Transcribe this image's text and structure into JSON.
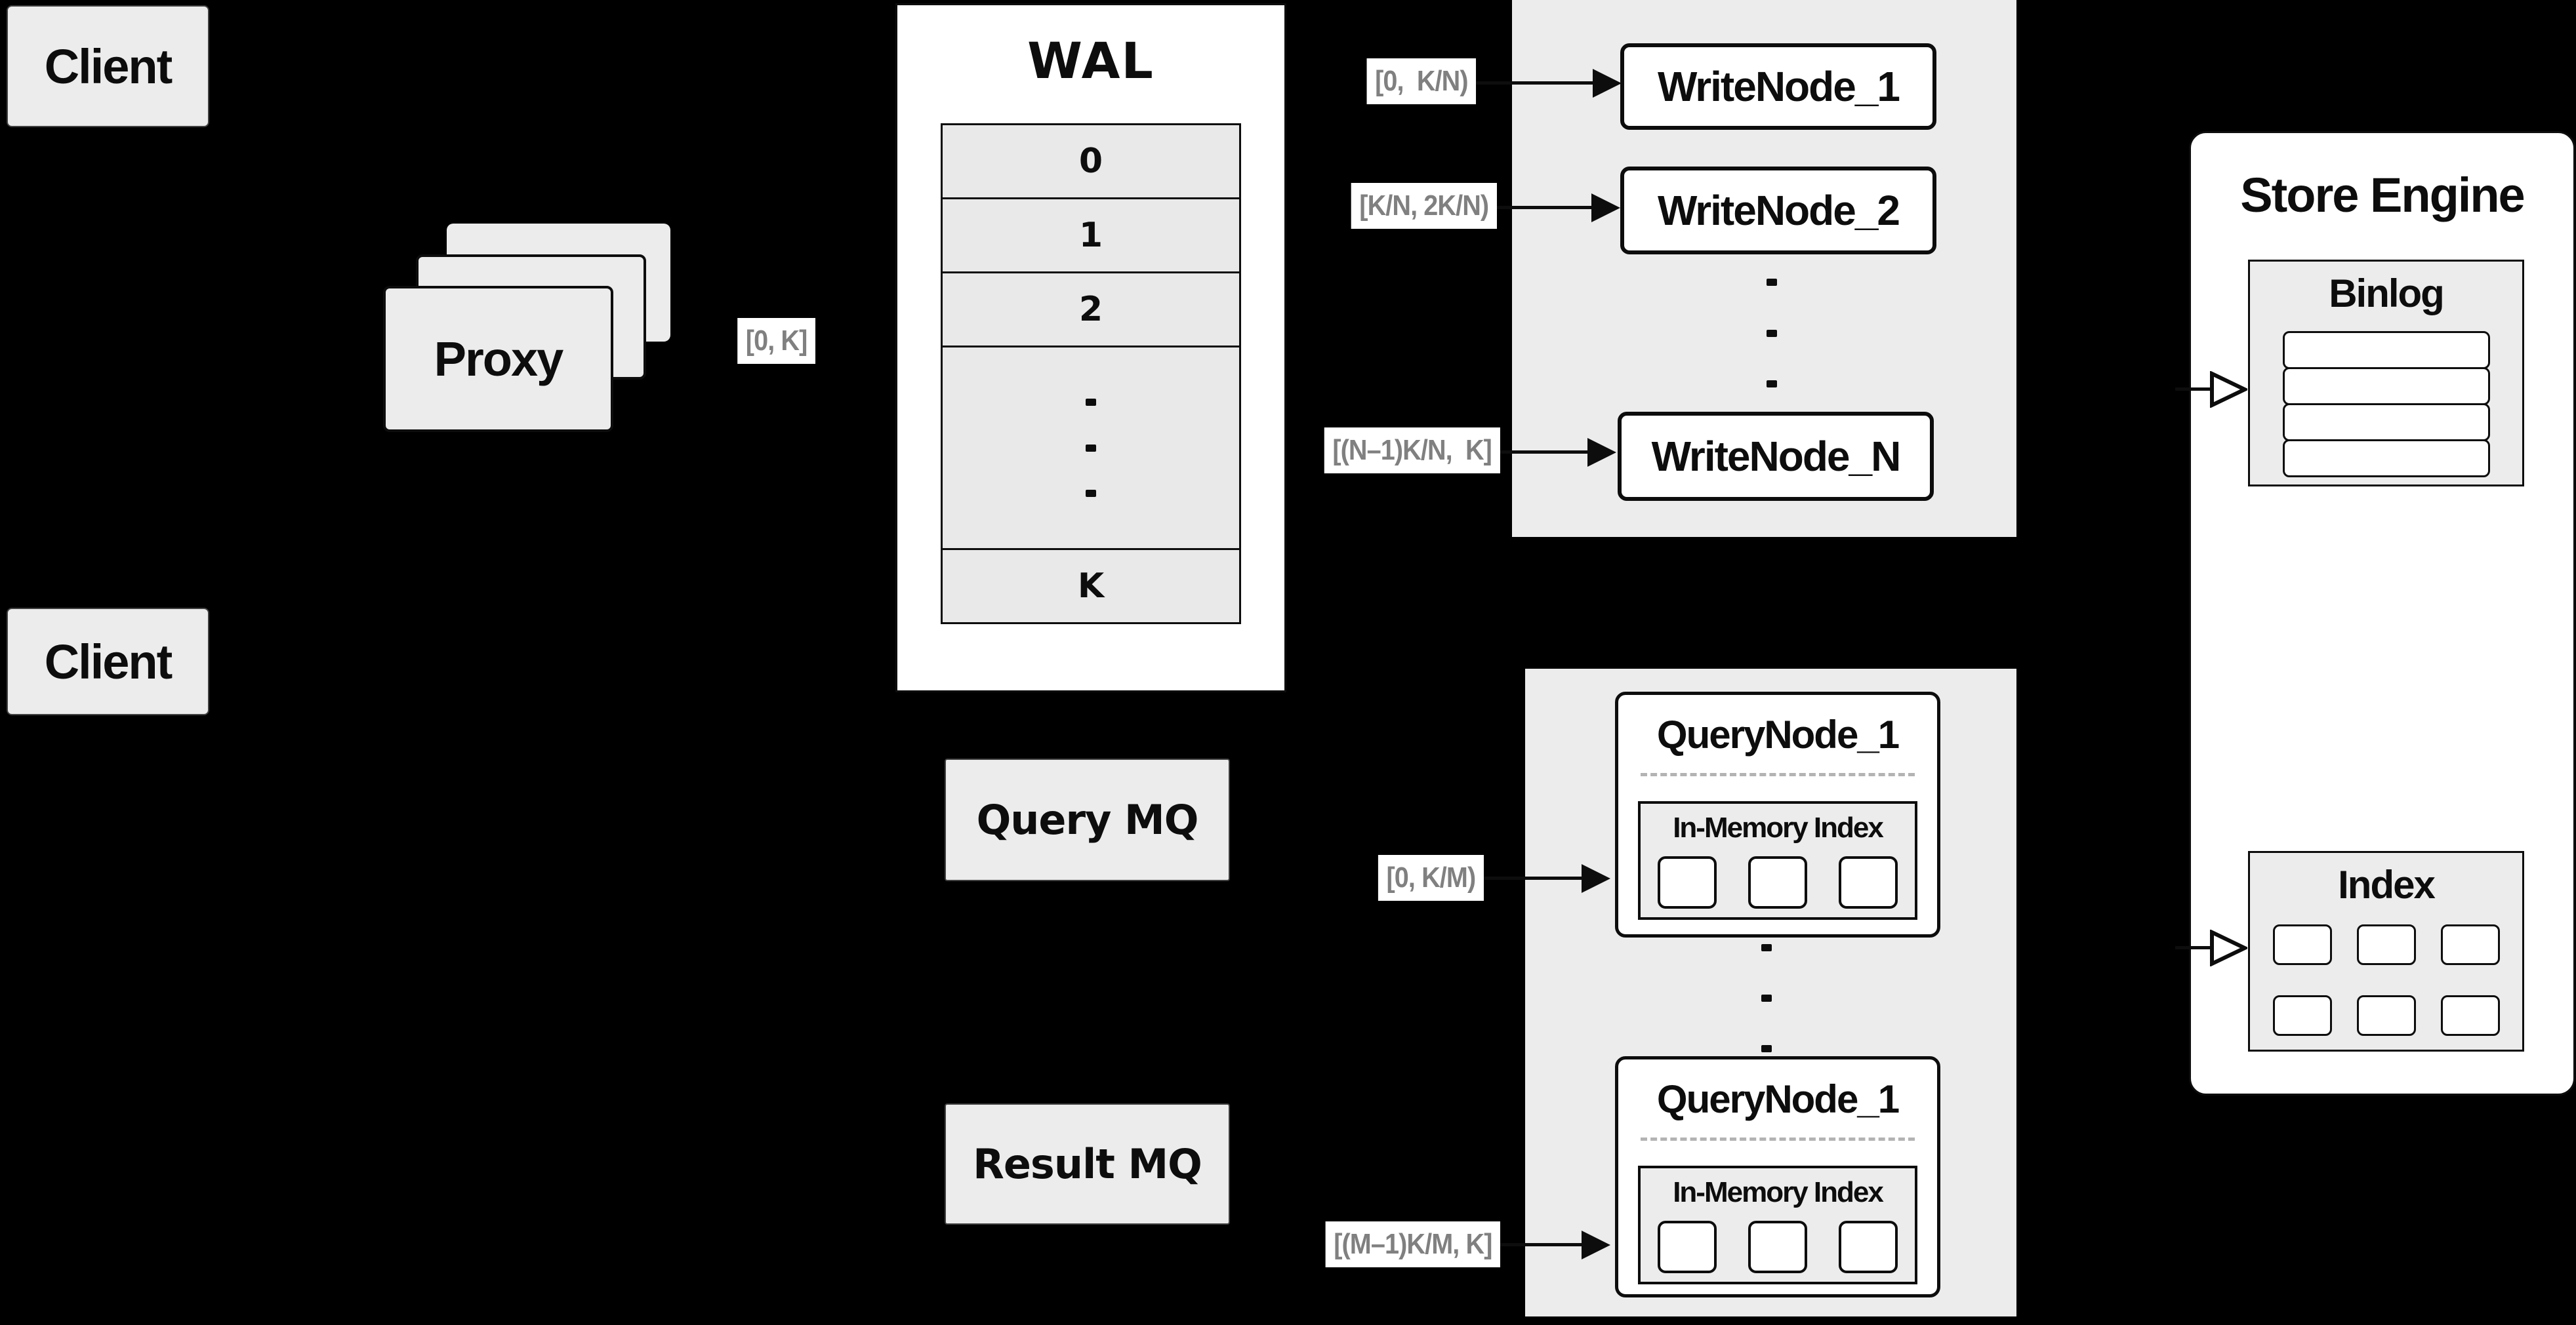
{
  "colors": {
    "background": "#000000",
    "panel_gray": "#ececec",
    "box_white": "#ffffff",
    "line_black": "#0d0d0d",
    "range_label_text": "#808080"
  },
  "clients": {
    "top": "Client",
    "bottom": "Client"
  },
  "proxy": {
    "label": "Proxy",
    "range_label": "[0, K]"
  },
  "wal": {
    "title": "WAL",
    "rows": [
      "0",
      "1",
      "2",
      "K"
    ]
  },
  "write_cluster": {
    "nodes": [
      {
        "range": "[0,  K/N)",
        "label": "WriteNode_1"
      },
      {
        "range": "[K/N, 2K/N)",
        "label": "WriteNode_2"
      },
      {
        "range": "[(N–1)K/N,  K]",
        "label": "WriteNode_N"
      }
    ]
  },
  "store_engine": {
    "title": "Store Engine",
    "binlog": {
      "title": "Binlog"
    },
    "index": {
      "title": "Index"
    }
  },
  "query_mq": {
    "label": "Query MQ"
  },
  "result_mq": {
    "label": "Result MQ"
  },
  "query_cluster": {
    "nodes": [
      {
        "range": "[0, K/M)",
        "label": "QueryNode_1",
        "inner_title": "In-Memory Index"
      },
      {
        "range": "[(M–1)K/M, K]",
        "label": "QueryNode_1",
        "inner_title": "In-Memory Index"
      }
    ]
  },
  "decor": {
    "binlog_rows": 4,
    "index_cells": 6,
    "inmem_cells": 3,
    "ellipsis_dots": 3
  }
}
